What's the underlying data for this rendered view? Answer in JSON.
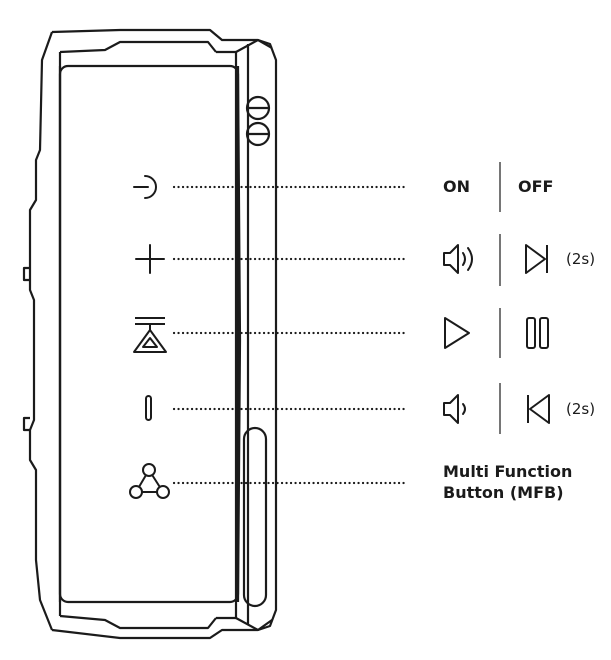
{
  "rows": [
    {
      "button": "power",
      "left_label": "ON",
      "right_label": "OFF"
    },
    {
      "button": "volume-up",
      "left_icon": "volume-up-icon",
      "right_icon": "next-track-icon",
      "right_note": "(2s)"
    },
    {
      "button": "play-pause",
      "left_icon": "play-icon",
      "right_icon": "pause-icon"
    },
    {
      "button": "volume-down",
      "left_icon": "volume-down-icon",
      "right_icon": "previous-track-icon",
      "right_note": "(2s)"
    }
  ],
  "mfb": {
    "line1": "Multi Function",
    "line2": "Button (MFB)"
  },
  "colors": {
    "ink": "#1b1b1b",
    "dots": "#1b1b1b",
    "background": "#ffffff"
  }
}
